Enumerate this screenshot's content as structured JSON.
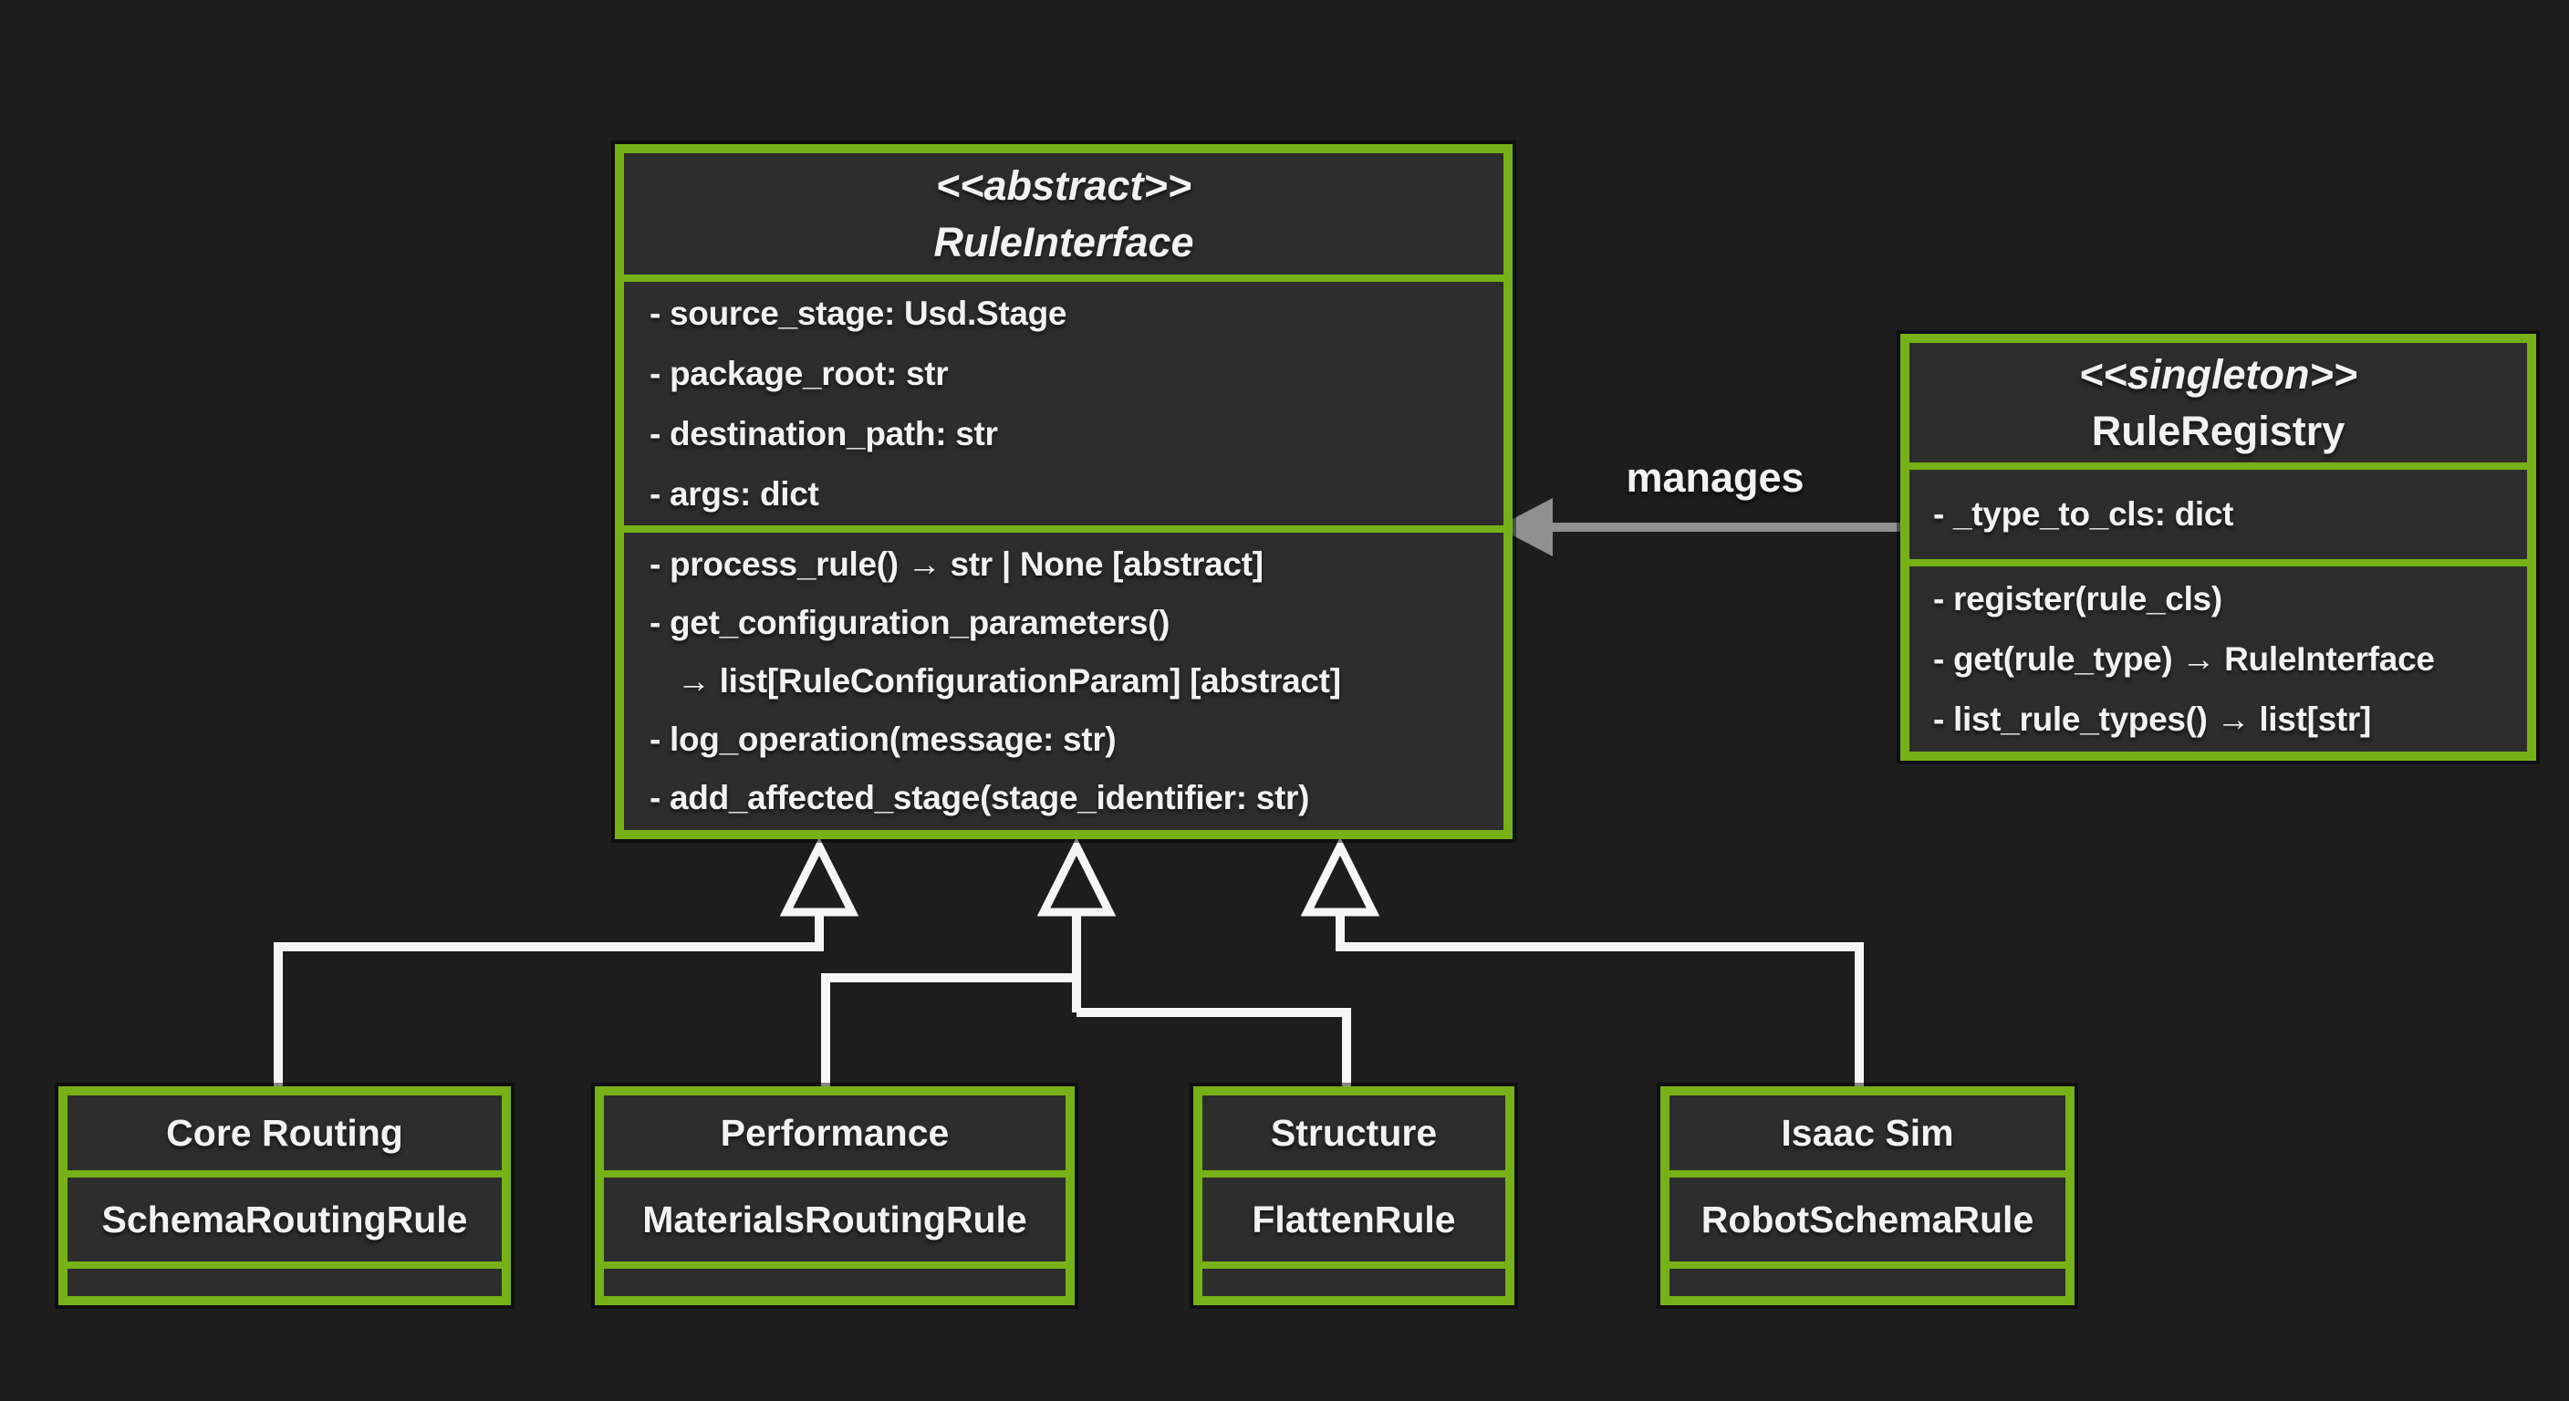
{
  "colors": {
    "background": "#1d1d1d",
    "box_fill": "#2d2d2d",
    "border_green": "#76b117",
    "edge_gray": "#909090",
    "text": "#f2f2f2"
  },
  "classes": {
    "rule_interface": {
      "stereotype": "<<abstract>>",
      "name": "RuleInterface",
      "attributes": [
        "- source_stage: Usd.Stage",
        "- package_root: str",
        "- destination_path: str",
        "- args: dict"
      ],
      "methods": [
        "- process_rule() → str | None [abstract]",
        "- get_configuration_parameters()",
        "   → list[RuleConfigurationParam] [abstract]",
        "- log_operation(message: str)",
        "- add_affected_stage(stage_identifier: str)"
      ]
    },
    "rule_registry": {
      "stereotype": "<<singleton>>",
      "name": "RuleRegistry",
      "attributes": [
        "- _type_to_cls: dict"
      ],
      "methods": [
        "- register(rule_cls)",
        "- get(rule_type) → RuleInterface",
        "- list_rule_types() → list[str]"
      ]
    },
    "subclasses": [
      {
        "category": "Core Routing",
        "name": "SchemaRoutingRule"
      },
      {
        "category": "Performance",
        "name": "MaterialsRoutingRule"
      },
      {
        "category": "Structure",
        "name": "FlattenRule"
      },
      {
        "category": "Isaac Sim",
        "name": "RobotSchemaRule"
      }
    ]
  },
  "relationships": {
    "manages_label": "manages"
  }
}
